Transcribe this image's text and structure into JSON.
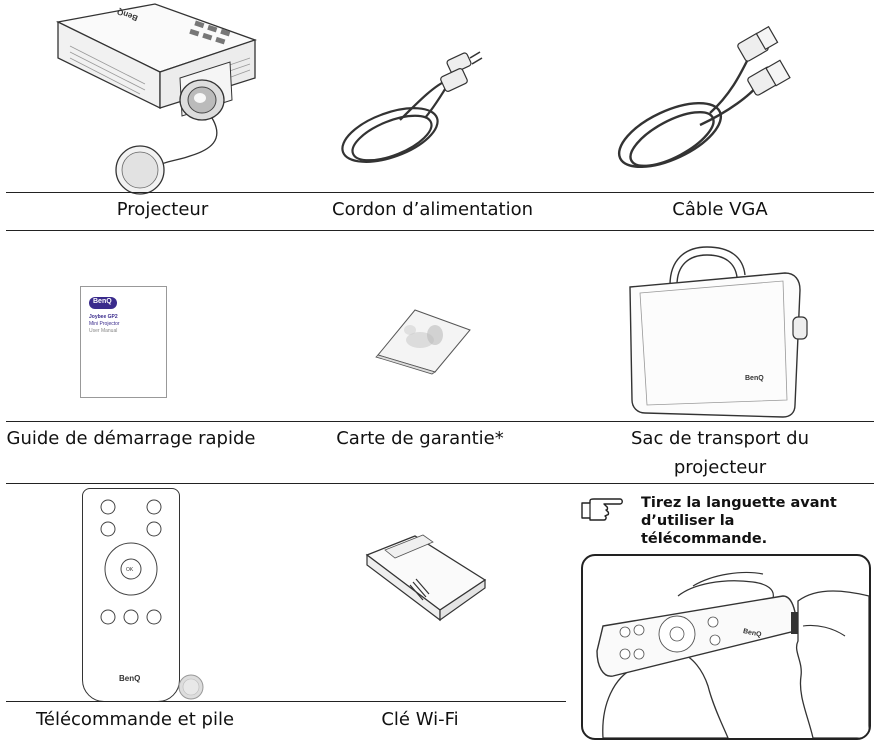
{
  "items": [
    {
      "id": "projector",
      "label": "Projecteur"
    },
    {
      "id": "power-cord",
      "label": "Cordon d’alimentation"
    },
    {
      "id": "vga-cable",
      "label": "Câble VGA"
    },
    {
      "id": "quick-start-guide",
      "label": "Guide de démarrage rapide"
    },
    {
      "id": "warranty-card",
      "label": "Carte de garantie*"
    },
    {
      "id": "carry-bag",
      "label_line1": "Sac de transport du",
      "label_line2": "projecteur"
    },
    {
      "id": "remote",
      "label": "Télécommande et pile"
    },
    {
      "id": "wifi-dongle",
      "label": "Clé Wi-Fi"
    }
  ],
  "note": {
    "line1": "Tirez la languette avant",
    "line2": "d’utiliser la",
    "line3": "télécommande."
  },
  "booklet": {
    "brand": "BenQ",
    "line1": "Joybee GP2",
    "line2": "Mini Projector",
    "line3": "User Manual"
  },
  "brand_marks": {
    "projector": "BenQ",
    "bag": "BenQ",
    "remote": "BenQ",
    "remote_photo": "BenQ"
  },
  "remote_buttons": {
    "ok": "OK"
  }
}
